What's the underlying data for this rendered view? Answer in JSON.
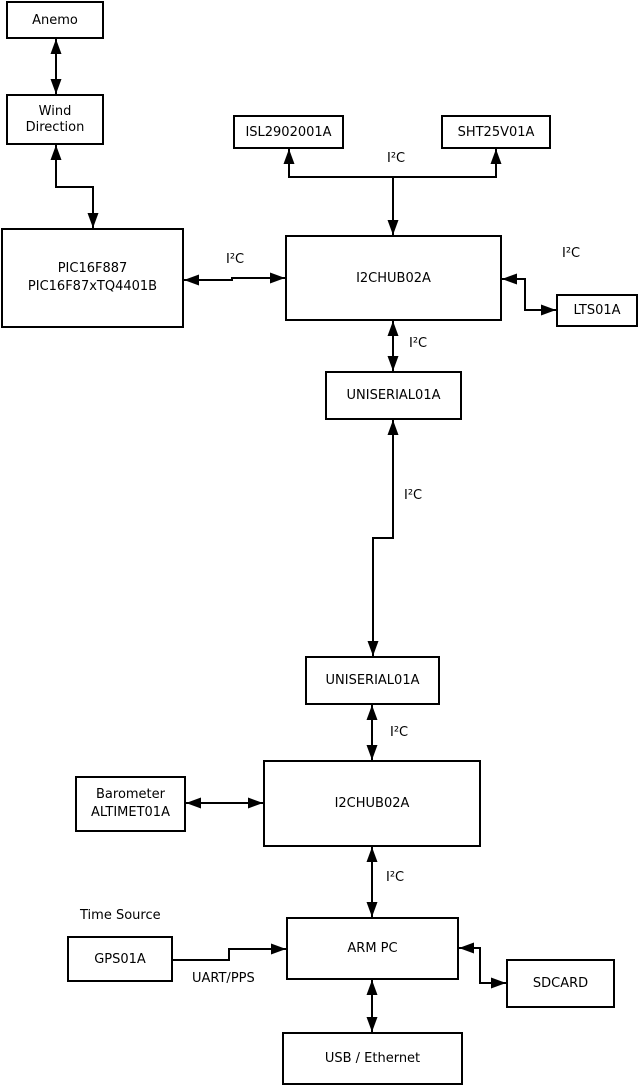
{
  "diagram": {
    "title_hint": "I2C sensor hub block diagram",
    "colors": {
      "line": "#000000",
      "box_border": "#000000",
      "background": "#ffffff"
    },
    "nodes": {
      "anemo": {
        "label": "Anemo"
      },
      "wind_direction": {
        "line1": "Wind",
        "line2": "Direction"
      },
      "pic": {
        "line1": "PIC16F887",
        "line2": "PIC16F87xTQ4401B"
      },
      "isl": {
        "label": "ISL2902001A"
      },
      "sht": {
        "label": "SHT25V01A"
      },
      "hub1": {
        "label": "I2CHUB02A"
      },
      "lts": {
        "label": "LTS01A"
      },
      "uniserial1": {
        "label": "UNISERIAL01A"
      },
      "uniserial2": {
        "label": "UNISERIAL01A"
      },
      "hub2": {
        "label": "I2CHUB02A"
      },
      "barometer": {
        "line1": "Barometer",
        "line2": "ALTIMET01A"
      },
      "gps": {
        "label": "GPS01A"
      },
      "arm_pc": {
        "label": "ARM PC"
      },
      "sdcard": {
        "label": "SDCARD"
      },
      "usb_ethernet": {
        "label": "USB / Ethernet"
      }
    },
    "edge_labels": {
      "i2c_bus_top": "I²C",
      "i2c_pic_hub1": "I²C",
      "i2c_hub1_lts": "I²C",
      "i2c_hub1_uniserial1": "I²C",
      "i2c_uniserial_link": "I²C",
      "i2c_uniserial2_hub2": "I²C",
      "i2c_hub2_arm": "I²C",
      "time_source": "Time Source",
      "uart_pps": "UART/PPS"
    }
  }
}
